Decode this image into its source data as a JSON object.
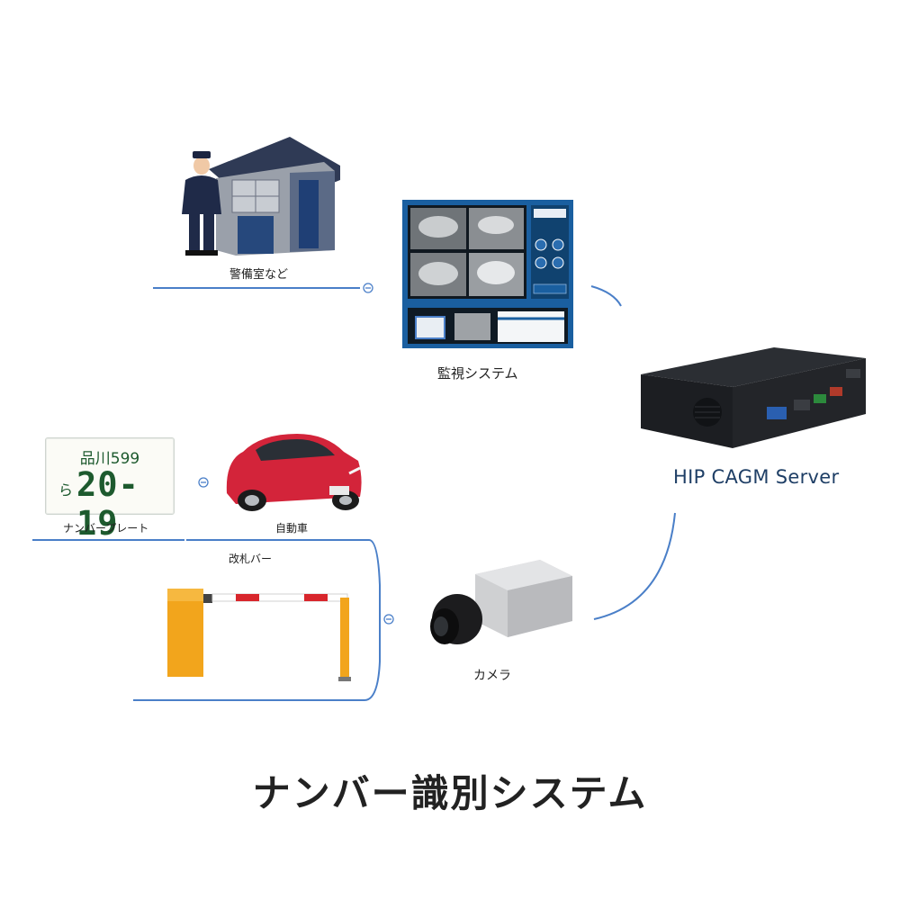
{
  "title": "ナンバー識別システム",
  "nodes": {
    "guardhouse": "警備室など",
    "monitor": "監視システム",
    "server": "HIP CAGM Server",
    "plate": "ナンバープレート",
    "car": "自動車",
    "gate_bar": "改札バー",
    "camera": "カメラ"
  },
  "plate": {
    "region": "品川599",
    "kana": "ら",
    "number": "20-19"
  },
  "colors": {
    "line": "#4a7fc8",
    "car": "#d3243a",
    "gate_body": "#f2a51c",
    "monitor_frame": "#1a5fa0"
  }
}
